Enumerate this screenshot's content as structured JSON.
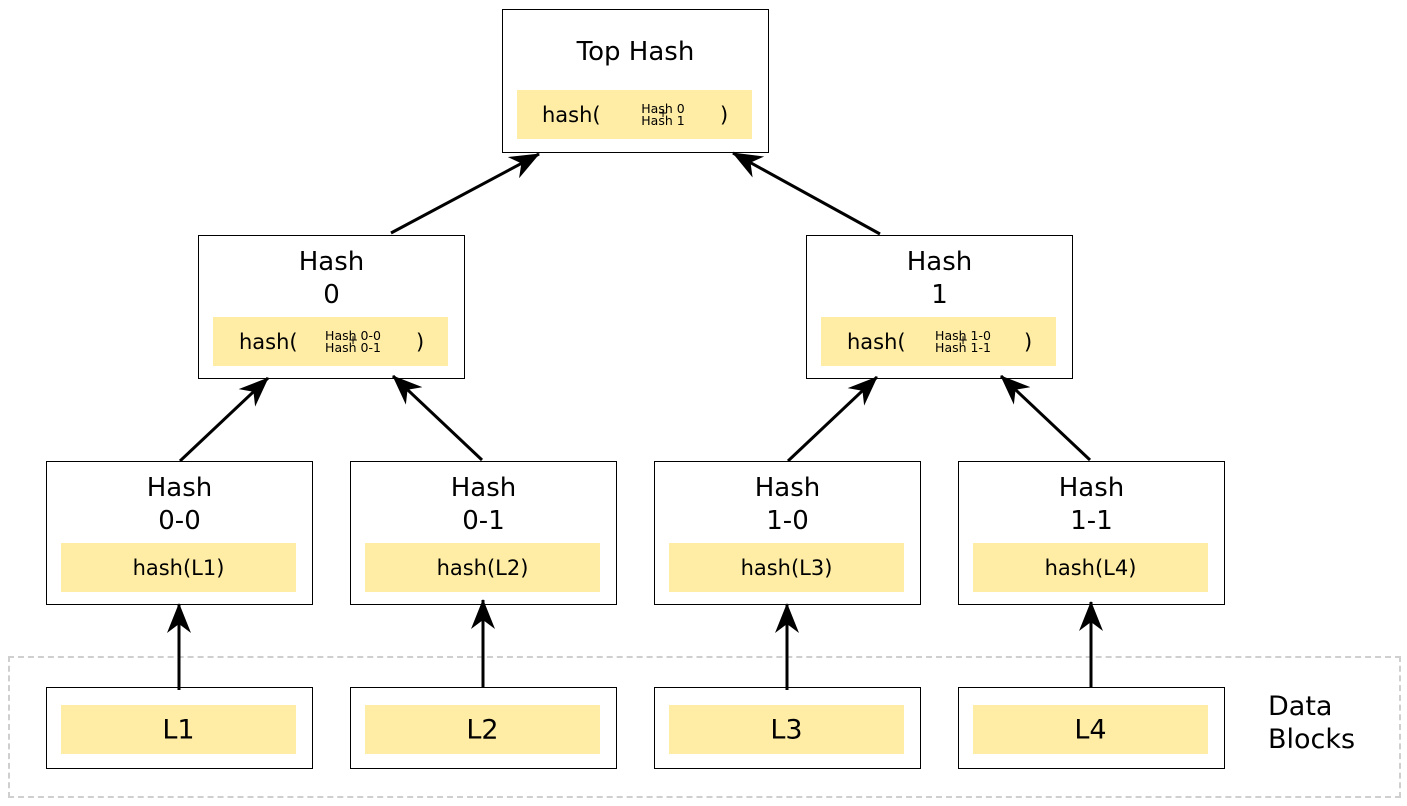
{
  "top_hash": {
    "title": "Top Hash",
    "fn": "hash(",
    "close": ")",
    "operand_a": "Hash 0",
    "plus": "+",
    "operand_b": "Hash 1"
  },
  "hash_0": {
    "title_line1": "Hash",
    "title_line2": "0",
    "fn": "hash(",
    "close": ")",
    "operand_a": "Hash 0-0",
    "plus": "+",
    "operand_b": "Hash 0-1"
  },
  "hash_1": {
    "title_line1": "Hash",
    "title_line2": "1",
    "fn": "hash(",
    "close": ")",
    "operand_a": "Hash 1-0",
    "plus": "+",
    "operand_b": "Hash 1-1"
  },
  "hash_0_0": {
    "title_line1": "Hash",
    "title_line2": "0-0",
    "formula": "hash(L1)"
  },
  "hash_0_1": {
    "title_line1": "Hash",
    "title_line2": "0-1",
    "formula": "hash(L2)"
  },
  "hash_1_0": {
    "title_line1": "Hash",
    "title_line2": "1-0",
    "formula": "hash(L3)"
  },
  "hash_1_1": {
    "title_line1": "Hash",
    "title_line2": "1-1",
    "formula": "hash(L4)"
  },
  "data_blocks": {
    "label_line1": "Data",
    "label_line2": "Blocks",
    "blocks": [
      "L1",
      "L2",
      "L3",
      "L4"
    ]
  },
  "colors": {
    "formula_fill": "#ffeda6",
    "border": "#000000",
    "dashed_region": "#cfcfcf"
  }
}
